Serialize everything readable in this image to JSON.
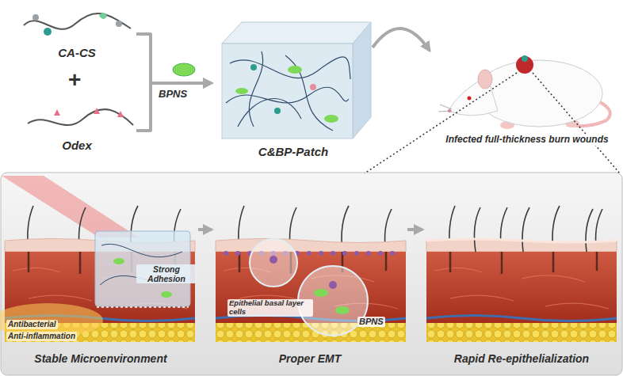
{
  "diagram": {
    "nodes": [
      {
        "text": [
          "CA-CS"
        ]
      },
      {
        "text": [
          "Odex"
        ]
      },
      {
        "text": [
          "C&BP-Patch"
        ]
      },
      {
        "text": [
          "Infected full-thickness burn wounds"
        ]
      },
      {
        "text": [
          "Stable Microenvironment",
          "Strong Adhesion",
          "Antibacterial",
          "Anti-inflammation"
        ]
      },
      {
        "text": [
          "Proper EMT"
        ]
      },
      {
        "text": [
          "Epithelial basal layer cells",
          "BPNS"
        ],
        "in": 5
      },
      {
        "text": [
          "Rapid Re-epithelialization"
        ]
      }
    ],
    "edges": [
      {
        "from": 0,
        "to": 2,
        "arrow": "to",
        "label": "BPNS"
      },
      {
        "from": 1,
        "to": 2,
        "arrow": "to"
      },
      {
        "from": 2,
        "to": 3,
        "arrow": "to"
      },
      {
        "from": 4,
        "to": 5,
        "arrow": "to"
      },
      {
        "from": 5,
        "to": 7,
        "arrow": "to"
      }
    ],
    "labels": [
      "+"
    ]
  }
}
